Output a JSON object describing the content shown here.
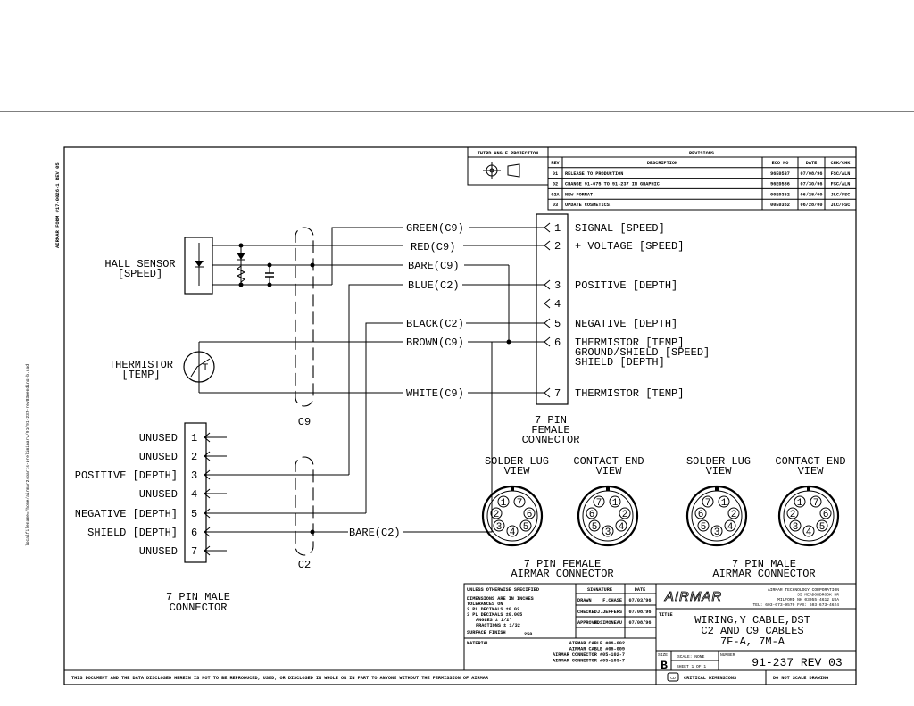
{
  "margin_text": {
    "form_number": "AIRMAR FORM #17-0026-1 REV 05",
    "file_path": "localfilename=/home/airmar2/parts-preliminary/91/91-237-rev03pending-b.cad"
  },
  "components": {
    "hall_sensor": [
      "HALL SENSOR",
      "[SPEED]"
    ],
    "thermistor": [
      "THERMISTOR",
      "[TEMP]"
    ],
    "thermistor_symbol": "T",
    "cable_c9": "C9",
    "cable_c2": "C2"
  },
  "wires": {
    "green": "GREEN(C9)",
    "red": "RED(C9)",
    "bare_c9": "BARE(C9)",
    "blue": "BLUE(C2)",
    "black": "BLACK(C2)",
    "brown": "BROWN(C9)",
    "white": "WHITE(C9)",
    "bare_c2": "BARE(C2)"
  },
  "female_connector": {
    "pins": [
      {
        "num": "1",
        "label": "SIGNAL [SPEED]"
      },
      {
        "num": "2",
        "label": "+ VOLTAGE [SPEED]"
      },
      {
        "num": "3",
        "label": "POSITIVE [DEPTH]"
      },
      {
        "num": "4",
        "label": ""
      },
      {
        "num": "5",
        "label": "NEGATIVE [DEPTH]"
      },
      {
        "num": "6",
        "label": "THERMISTOR [TEMP]",
        "extra": [
          "GROUND/SHIELD [SPEED]",
          "SHIELD [DEPTH]"
        ]
      },
      {
        "num": "7",
        "label": "THERMISTOR [TEMP]"
      }
    ],
    "caption": [
      "7 PIN",
      "FEMALE",
      "CONNECTOR"
    ]
  },
  "male_connector": {
    "pins": [
      {
        "num": "1",
        "label": "UNUSED"
      },
      {
        "num": "2",
        "label": "UNUSED"
      },
      {
        "num": "3",
        "label": "POSITIVE [DEPTH]"
      },
      {
        "num": "4",
        "label": "UNUSED"
      },
      {
        "num": "5",
        "label": "NEGATIVE [DEPTH]"
      },
      {
        "num": "6",
        "label": "SHIELD [DEPTH]"
      },
      {
        "num": "7",
        "label": "UNUSED"
      }
    ],
    "caption": [
      "7 PIN MALE",
      "CONNECTOR"
    ]
  },
  "views": {
    "solder_lug": [
      "SOLDER LUG",
      "VIEW"
    ],
    "contact_end": [
      "CONTACT END",
      "VIEW"
    ],
    "female_caption": [
      "7 PIN FEMALE",
      "AIRMAR CONNECTOR"
    ],
    "male_caption": [
      "7 PIN MALE",
      "AIRMAR CONNECTOR"
    ],
    "female_solder_pins": [
      "1",
      "7",
      "2",
      "6",
      "3",
      "4",
      "5"
    ],
    "female_contact_pins": [
      "7",
      "1",
      "6",
      "2",
      "5",
      "3",
      "4"
    ],
    "male_solder_pins": [
      "7",
      "1",
      "6",
      "2",
      "5",
      "3",
      "4"
    ],
    "male_contact_pins": [
      "1",
      "7",
      "2",
      "6",
      "3",
      "4",
      "5"
    ]
  },
  "projection": {
    "label": "THIRD ANGLE PROJECTION"
  },
  "revisions": {
    "title": "REVISIONS",
    "headers": [
      "REV",
      "DESCRIPTION",
      "ECO NO",
      "DATE",
      "CHK/CHK"
    ],
    "rows": [
      [
        "01",
        "RELEASE TO PRODUCTION",
        "96E0537",
        "07/08/96",
        "FSC/ALN"
      ],
      [
        "02",
        "CHANGE 91-075 TO 91-237 IN GRAPHIC.",
        "96E0586",
        "07/30/96",
        "FSC/ALN"
      ],
      [
        "02A",
        "NEW FORMAT.",
        "00E0362",
        "06/28/00",
        "JLC/FSC"
      ],
      [
        "03",
        "UPDATE COSMETICS.",
        "00E0362",
        "06/28/00",
        "JLC/FSC"
      ]
    ]
  },
  "title_block": {
    "tolerance": [
      "UNLESS OTHERWISE SPECIFIED",
      "DIMENSIONS ARE IN INCHES",
      "TOLERANCES ON",
      "2 PL DECIMALS ±0.02",
      "3 PL DECIMALS ±0.005",
      "ANGLES ± 1/2°",
      "FRACTIONS ± 1/32",
      "SURFACE FINISH"
    ],
    "surface_finish_value": "250",
    "signature_header": "SIGNATURE",
    "date_header": "DATE",
    "signatures": [
      {
        "role": "DRAWN",
        "name": "F.CHASE",
        "date": "07/03/96"
      },
      {
        "role": "CHECKED",
        "name": "J.JEFFERS",
        "date": "07/08/96"
      },
      {
        "role": "APPROVED",
        "name": "M.SIMONEAU",
        "date": "07/08/96"
      }
    ],
    "material_label": "MATERIAL",
    "material": [
      "AIRMAR CABLE #06-002",
      "AIRMAR CABLE #06-009",
      "AIRMAR CONNECTOR #05-102-7",
      "AIRMAR CONNECTOR #05-103-7"
    ],
    "logo": "AIRMAR",
    "company": [
      "AIRMAR TECHNOLOGY CORPORATION",
      "35 MEADOWBROOK DR",
      "MILFORD NH 03055-4612 USA",
      "TEL: 603-673-9570  FAX: 603-673-4624"
    ],
    "title_label": "TITLE",
    "title": [
      "WIRING,Y CABLE,DST",
      "C2 AND C9 CABLES",
      "7F-A, 7M-A"
    ],
    "size_label": "SIZE",
    "size": "B",
    "scale": "SCALE: NONE",
    "sheet": "SHEET 1 OF 1",
    "number_label": "NUMBER",
    "number": "91-237 REV 03",
    "critical_box": "CD",
    "critical": "CRITICAL DIMENSIONS",
    "do_not_scale": "DO NOT SCALE DRAWING"
  },
  "disclaimer": "THIS DOCUMENT AND THE DATA DISCLOSED HEREIN IS NOT TO BE REPRODUCED, USED, OR DISCLOSED IN WHOLE OR IN PART TO ANYONE WITHOUT THE PERMISSION OF AIRMAR"
}
